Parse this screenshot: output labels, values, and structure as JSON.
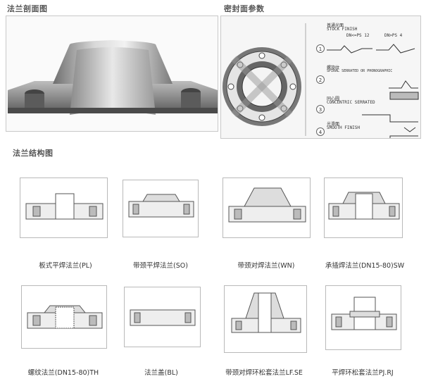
{
  "sections": {
    "section_profile": "法兰剖面图",
    "sealing": "密封面参数",
    "structure": "法兰结构图"
  },
  "sealing_panel": {
    "items": [
      {
        "num": "1",
        "label_cn": "普通光面",
        "label_en": "STOCK FINISH",
        "note_a": "DN<=PS 12",
        "note_b": "DN>PS 4"
      },
      {
        "num": "2",
        "label_cn": "螺旋纹",
        "label_en": "SPIRAL SERRATED OR PHONOGRAPHIC"
      },
      {
        "num": "3",
        "label_cn": "同心圆",
        "label_en": "CONCENTRIC SERRATED"
      },
      {
        "num": "4",
        "label_cn": "光滑面",
        "label_en": "SMOOTH FINISH"
      }
    ]
  },
  "flanges": [
    {
      "caption": "板式平焊法兰(PL)"
    },
    {
      "caption": "带颈平焊法兰(SO)"
    },
    {
      "caption": "带颈对焊法兰(WN)"
    },
    {
      "caption": "承插焊法兰(DN15-80)SW"
    },
    {
      "caption": "螺纹法兰(DN15-80)TH"
    },
    {
      "caption": "法兰盖(BL)"
    },
    {
      "caption": "带颈对焊环松套法兰LF.SE"
    },
    {
      "caption": "平焊环松套法兰PJ.RJ"
    }
  ]
}
